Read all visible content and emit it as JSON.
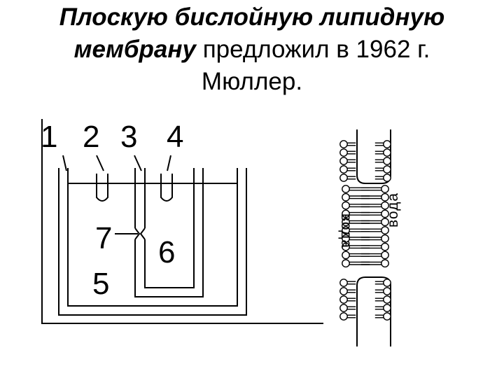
{
  "title": {
    "line1_emphasis": "Плоскую бислойную липидную",
    "line2_emphasis": "мембрану",
    "line2_rest": " предложил в 1962 г.",
    "line3": "Мюллер."
  },
  "apparatus_labels": {
    "l1": "1",
    "l2": "2",
    "l3": "3",
    "l4": "4",
    "l5": "5",
    "l6": "6",
    "l7": "7"
  },
  "bilayer_labels": {
    "water_left": "вода",
    "water_right": "вода"
  },
  "colors": {
    "ink": "#000000",
    "background": "#ffffff"
  }
}
